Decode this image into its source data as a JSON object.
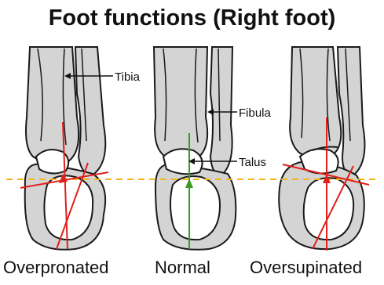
{
  "title": "Foot functions (Right foot)",
  "labels": {
    "tibia": "Tibia",
    "fibula": "Fibula",
    "talus": "Talus"
  },
  "captions": {
    "overpronated": "Overpronated",
    "normal": "Normal",
    "oversupinated": "Oversupinated"
  },
  "colors": {
    "axis_red": "#e0201c",
    "axis_green": "#3d9a1f",
    "reference_line": "#f2b51b",
    "bone_fill": "#d4d4d4",
    "bone_outline": "#1a1a1a"
  }
}
